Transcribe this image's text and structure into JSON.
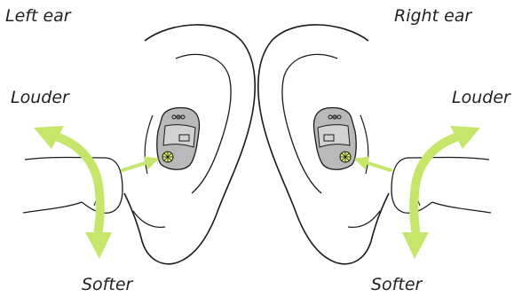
{
  "labels": {
    "left_ear": "Left ear",
    "right_ear": "Right ear",
    "louder_left": "Louder",
    "louder_right": "Louder",
    "softer_left": "Softer",
    "softer_right": "Softer"
  },
  "colors": {
    "arrow": "#c5e66b",
    "outline": "#1a1a1a",
    "device_body": "#b9b9b9",
    "device_dark": "#6e6e6e",
    "dial": "#dff06f"
  },
  "icons": {
    "ear": "ear-outline-icon",
    "device": "hearing-aid-icon",
    "volume_dial": "volume-dial-icon",
    "rotate_arrow": "curved-double-arrow-icon",
    "pointer_arrow": "pointer-arrow-icon",
    "hand": "finger-icon"
  }
}
